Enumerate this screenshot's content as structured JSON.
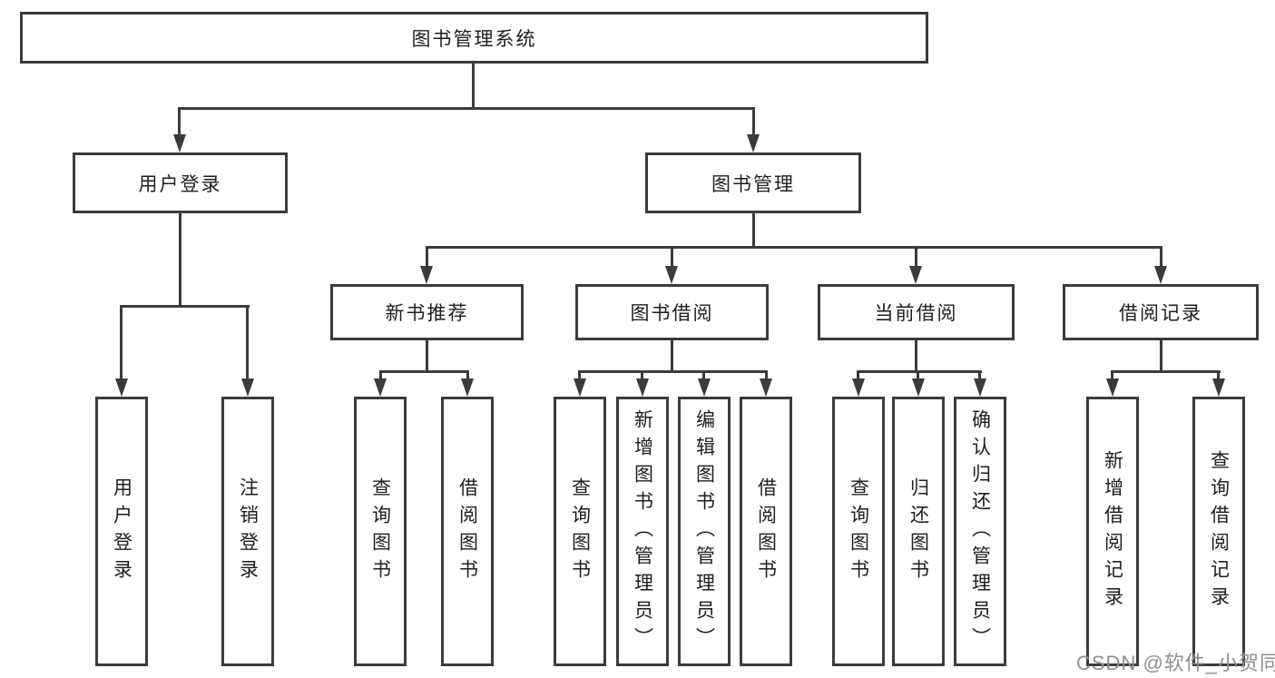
{
  "diagram": {
    "root": "图书管理系统",
    "level2": [
      {
        "label": "用户登录"
      },
      {
        "label": "图书管理"
      }
    ],
    "level3": [
      {
        "label": "新书推荐"
      },
      {
        "label": "图书借阅"
      },
      {
        "label": "当前借阅"
      },
      {
        "label": "借阅记录"
      }
    ],
    "leaves": {
      "user_login": [
        "用户登录",
        "注销登录"
      ],
      "new_book": [
        "查询图书",
        "借阅图书"
      ],
      "book_borrow": [
        "查询图书",
        "新增图书（管理员）",
        "编辑图书（管理员）",
        "借阅图书"
      ],
      "current_borrow": [
        "查询图书",
        "归还图书",
        "确认归还（管理员）"
      ],
      "borrow_record": [
        "新增借阅记录",
        "查询借阅记录"
      ]
    }
  },
  "watermark": {
    "text": "CSDN @软件_小贺同学",
    "color": "#8f8f8f"
  },
  "colors": {
    "line": "#3b3b3b",
    "text": "#1e1e1e",
    "background": "#ffffff"
  }
}
